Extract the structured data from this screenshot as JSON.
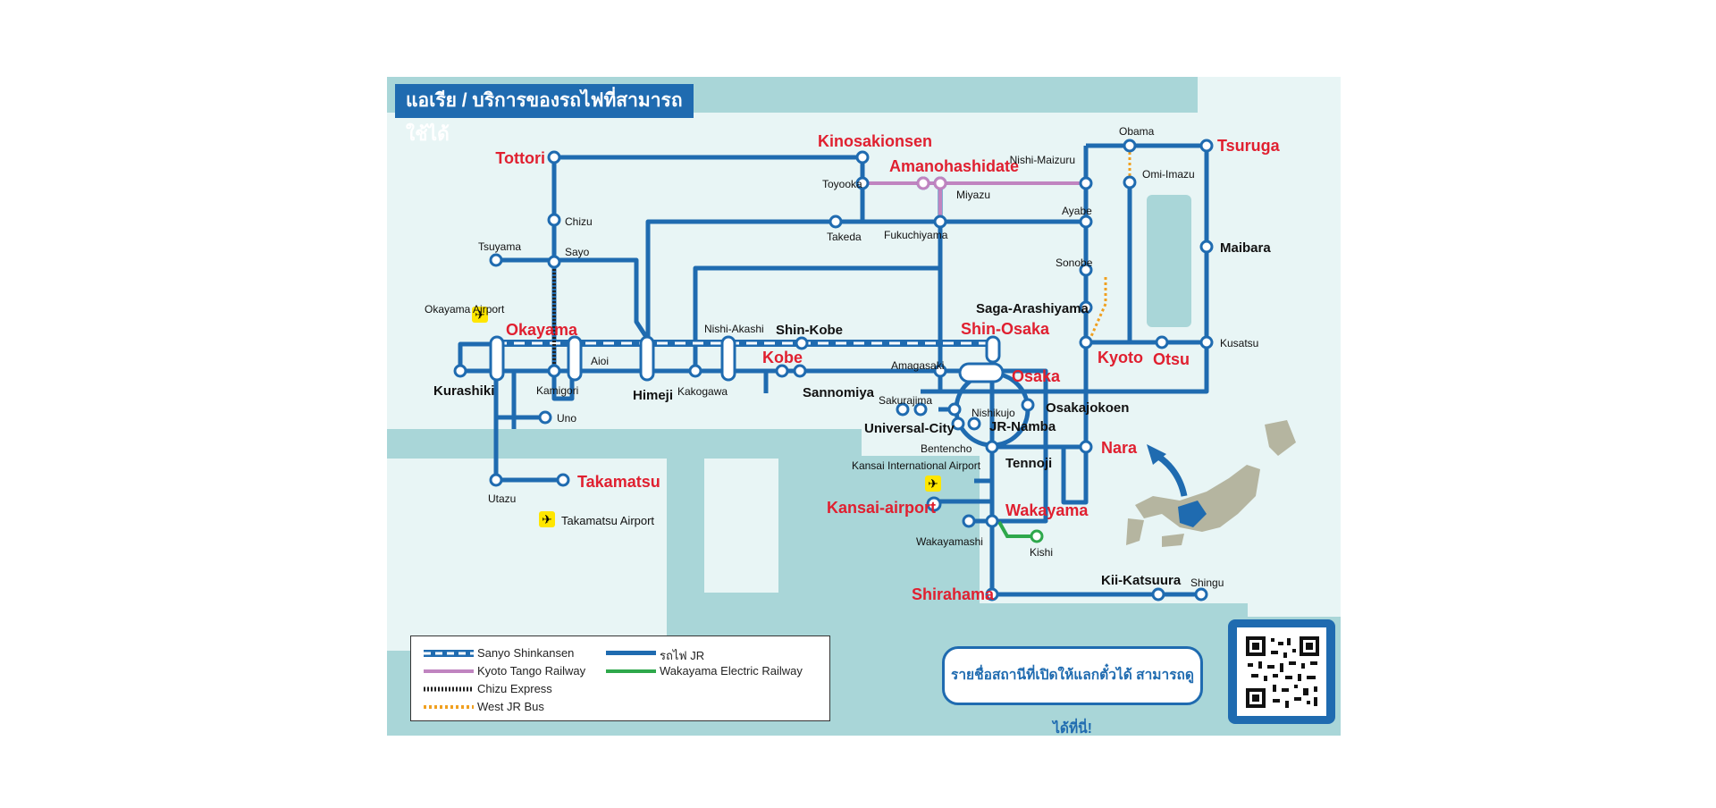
{
  "title": "แอเรีย / บริการของรถไฟที่สามารถใช้ได้",
  "callout_text": "รายชื่อสถานีที่เปิดให้แลกตั๋วได้ สามารถดูได้ที่นี่!",
  "colors": {
    "jr": "#1f6bb0",
    "kyoto_tango": "#c084c0",
    "wakayama_electric": "#2ea84b",
    "west_jr_bus": "#f0a020",
    "major_station_text": "#e02030",
    "sea": "#a9d6d8"
  },
  "stations": {
    "tottori": "Tottori",
    "chizu": "Chizu",
    "sayo": "Sayo",
    "tsuyama": "Tsuyama",
    "okayama_airport": "Okayama Airport",
    "okayama": "Okayama",
    "kurashiki": "Kurashiki",
    "kamigori": "Kamigori",
    "aioi": "Aioi",
    "uno": "Uno",
    "utazu": "Utazu",
    "takamatsu": "Takamatsu",
    "takamatsu_airport": "Takamatsu Airport",
    "himeji": "Himeji",
    "kakogawa": "Kakogawa",
    "nishi_akashi": "Nishi-Akashi",
    "shin_kobe": "Shin-Kobe",
    "kobe": "Kobe",
    "sannomiya": "Sannomiya",
    "kinosakionsen": "Kinosakionsen",
    "toyooka": "Toyooka",
    "amanohashidate": "Amanohashidate",
    "miyazu": "Miyazu",
    "takeda": "Takeda",
    "fukuchiyama": "Fukuchiyama",
    "nishi_maizuru": "Nishi-Maizuru",
    "ayabe": "Ayabe",
    "sonobe": "Sonobe",
    "saga_arashiyama": "Saga-Arashiyama",
    "shin_osaka": "Shin-Osaka",
    "amagasaki": "Amagasaki",
    "osaka": "Osaka",
    "sakurajima": "Sakurajima",
    "nishikujo": "Nishikujo",
    "universal_city": "Universal-City",
    "jr_namba": "JR-Namba",
    "osakajokoen": "Osakajokoen",
    "bentencho": "Bentencho",
    "tennoji": "Tennoji",
    "nara": "Nara",
    "kansai_international_airport": "Kansai International Airport",
    "kansai_airport": "Kansai-airport",
    "wakayama": "Wakayama",
    "wakayamashi": "Wakayamashi",
    "kishi": "Kishi",
    "shirahama": "Shirahama",
    "kii_katsuura": "Kii-Katsuura",
    "shingu": "Shingu",
    "kyoto": "Kyoto",
    "otsu": "Otsu",
    "kusatsu": "Kusatsu",
    "maibara": "Maibara",
    "obama": "Obama",
    "omi_imazu": "Omi-Imazu",
    "tsuruga": "Tsuruga"
  },
  "legend": {
    "sanyo_shinkansen": "Sanyo Shinkansen",
    "kyoto_tango_railway": "Kyoto Tango Railway",
    "chizu_express": "Chizu Express",
    "west_jr_bus": "West JR Bus",
    "jr_train": "รถไฟ JR",
    "wakayama_electric_railway": "Wakayama Electric Railway"
  }
}
